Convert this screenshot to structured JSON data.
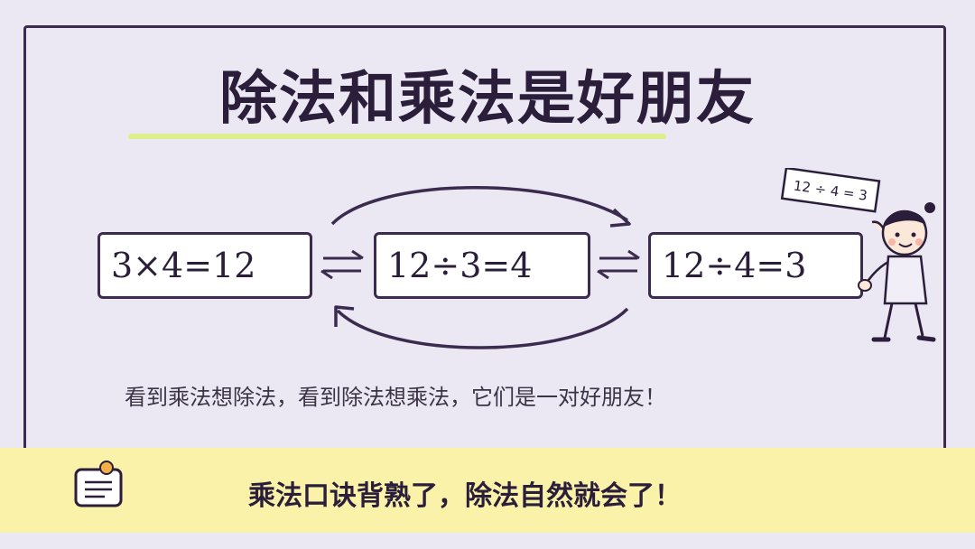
{
  "title": "除法和乘法是好朋友",
  "equations": [
    "3×4=12",
    "12÷3=4",
    "12÷4=3"
  ],
  "note": "看到乘法想除法，看到除法想乘法，它们是一对好朋友！",
  "banner": "乘法口诀背熟了，除法自然就会了！",
  "card": "12 ÷ 4 = 3",
  "colors": {
    "background": "#ece8f3",
    "ink": "#2a1e3a",
    "banner": "#faf2a8",
    "highlight": "#dcef8a"
  },
  "icons": [
    "swap-arrows-icon",
    "notebook-icon"
  ]
}
